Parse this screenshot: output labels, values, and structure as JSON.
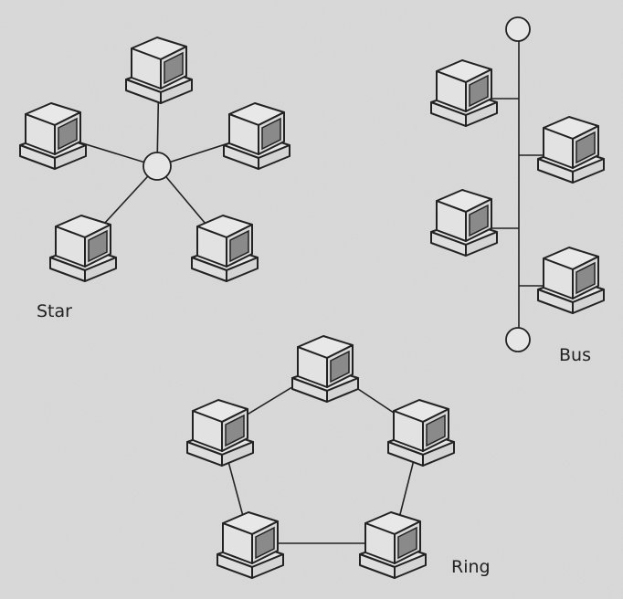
{
  "labels": {
    "star": "Star",
    "bus": "Bus",
    "ring": "Ring"
  },
  "colors": {
    "background": "#d9d9d9",
    "line": "#222222",
    "screen": "#8a8a8a",
    "face": "#e6e6e6"
  }
}
